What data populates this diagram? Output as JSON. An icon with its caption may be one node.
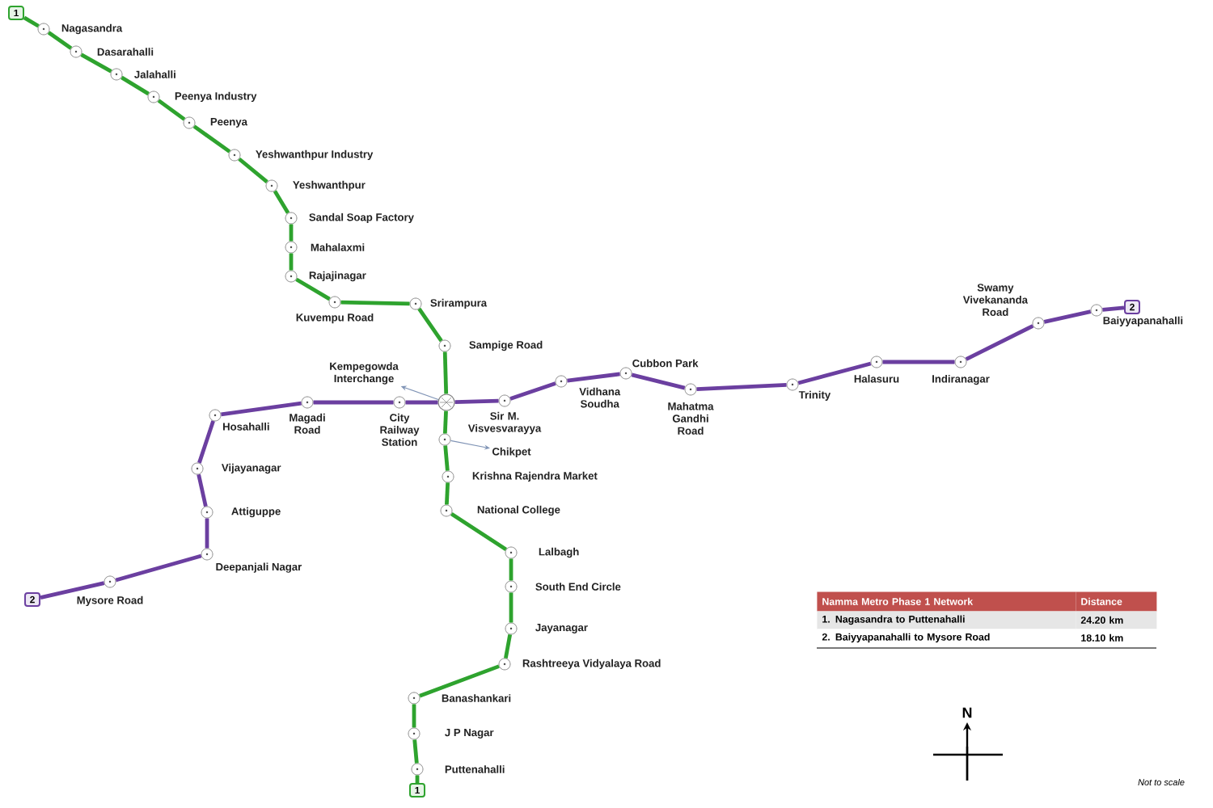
{
  "diagram": {
    "nodes": [
      {
        "text": [
          "1"
        ]
      },
      {
        "text": [
          "Nagasandra"
        ]
      },
      {
        "text": [
          "Dasarahalli"
        ]
      },
      {
        "text": [
          "Jalahalli"
        ]
      },
      {
        "text": [
          "Peenya Industry"
        ]
      },
      {
        "text": [
          "Peenya"
        ]
      },
      {
        "text": [
          "Yeshwanthpur Industry"
        ]
      },
      {
        "text": [
          "Yeshwanthpur"
        ]
      },
      {
        "text": [
          "Sandal Soap Factory"
        ]
      },
      {
        "text": [
          "Mahalaxmi"
        ]
      },
      {
        "text": [
          "Rajajinagar"
        ]
      },
      {
        "text": [
          "Kuvempu Road"
        ]
      },
      {
        "text": [
          "Srirampura"
        ]
      },
      {
        "text": [
          "Sampige Road"
        ]
      },
      {
        "text": [
          "Kempegowda Interchange"
        ]
      },
      {
        "text": [],
        "shape": "circle"
      },
      {
        "text": [],
        "shape": "circle"
      },
      {
        "text": [
          "Chikpet"
        ]
      },
      {
        "text": [
          "Krishna Rajendra Market"
        ]
      },
      {
        "text": [
          "National College"
        ]
      },
      {
        "text": [
          "Lalbagh"
        ]
      },
      {
        "text": [
          "South End Circle"
        ]
      },
      {
        "text": [
          "Jayanagar"
        ]
      },
      {
        "text": [
          "Rashtreeya Vidyalaya Road"
        ]
      },
      {
        "text": [
          "Banashankari"
        ]
      },
      {
        "text": [
          "J P Nagar"
        ]
      },
      {
        "text": [
          "Puttenahalli"
        ]
      },
      {
        "text": [
          "1"
        ]
      },
      {
        "text": [
          "2"
        ]
      },
      {
        "text": [
          "Baiyyapanahalli"
        ]
      },
      {
        "text": [
          "Swamy Vivekananda Road"
        ]
      },
      {
        "text": [
          "Indiranagar"
        ]
      },
      {
        "text": [
          "Halasuru"
        ]
      },
      {
        "text": [
          "Trinity"
        ]
      },
      {
        "text": [
          "Mahatma Gandhi Road"
        ]
      },
      {
        "text": [
          "Cubbon Park"
        ]
      },
      {
        "text": [
          "Vidhana Soudha"
        ]
      },
      {
        "text": [
          "Sir M. Visvesvarayya"
        ]
      },
      {
        "text": [
          "City Railway Station"
        ]
      },
      {
        "text": [
          "Magadi Road"
        ]
      },
      {
        "text": [
          "Hosahalli"
        ]
      },
      {
        "text": [
          "Vijayanagar"
        ]
      },
      {
        "text": [
          "Attiguppe"
        ]
      },
      {
        "text": [
          "Deepanjali Nagar"
        ]
      },
      {
        "text": [
          "Mysore Road"
        ]
      },
      {
        "text": [
          "2"
        ]
      }
    ],
    "edges": [
      {
        "from": 0,
        "to": 1,
        "arrow": "none"
      },
      {
        "from": 1,
        "to": 2,
        "arrow": "none"
      },
      {
        "from": 2,
        "to": 3,
        "arrow": "none"
      },
      {
        "from": 3,
        "to": 4,
        "arrow": "none"
      },
      {
        "from": 4,
        "to": 5,
        "arrow": "none"
      },
      {
        "from": 5,
        "to": 6,
        "arrow": "none"
      },
      {
        "from": 6,
        "to": 7,
        "arrow": "none"
      },
      {
        "from": 7,
        "to": 8,
        "arrow": "none"
      },
      {
        "from": 8,
        "to": 9,
        "arrow": "none"
      },
      {
        "from": 9,
        "to": 10,
        "arrow": "none"
      },
      {
        "from": 10,
        "to": 11,
        "arrow": "none"
      },
      {
        "from": 11,
        "to": 12,
        "arrow": "none"
      },
      {
        "from": 12,
        "to": 13,
        "arrow": "none"
      },
      {
        "from": 13,
        "to": 15,
        "arrow": "none"
      },
      {
        "from": 15,
        "to": 16,
        "arrow": "none"
      },
      {
        "from": 16,
        "to": 18,
        "arrow": "none"
      },
      {
        "from": 18,
        "to": 19,
        "arrow": "none"
      },
      {
        "from": 19,
        "to": 20,
        "arrow": "none"
      },
      {
        "from": 20,
        "to": 21,
        "arrow": "none"
      },
      {
        "from": 21,
        "to": 22,
        "arrow": "none"
      },
      {
        "from": 22,
        "to": 23,
        "arrow": "none"
      },
      {
        "from": 23,
        "to": 24,
        "arrow": "none"
      },
      {
        "from": 24,
        "to": 25,
        "arrow": "none"
      },
      {
        "from": 25,
        "to": 26,
        "arrow": "none"
      },
      {
        "from": 26,
        "to": 27,
        "arrow": "none"
      },
      {
        "from": 28,
        "to": 29,
        "arrow": "none",
        "color": "#6b3fa0"
      },
      {
        "from": 29,
        "to": 30,
        "arrow": "none",
        "color": "#6b3fa0"
      },
      {
        "from": 30,
        "to": 31,
        "arrow": "none",
        "color": "#6b3fa0"
      },
      {
        "from": 31,
        "to": 32,
        "arrow": "none",
        "color": "#6b3fa0"
      },
      {
        "from": 32,
        "to": 33,
        "arrow": "none",
        "color": "#6b3fa0"
      },
      {
        "from": 33,
        "to": 34,
        "arrow": "none",
        "color": "#6b3fa0"
      },
      {
        "from": 34,
        "to": 35,
        "arrow": "none",
        "color": "#6b3fa0"
      },
      {
        "from": 35,
        "to": 36,
        "arrow": "none",
        "color": "#6b3fa0"
      },
      {
        "from": 36,
        "to": 37,
        "arrow": "none",
        "color": "#6b3fa0"
      },
      {
        "from": 37,
        "to": 15,
        "arrow": "none",
        "color": "#6b3fa0"
      },
      {
        "from": 15,
        "to": 38,
        "arrow": "none",
        "color": "#6b3fa0"
      },
      {
        "from": 38,
        "to": 39,
        "arrow": "none",
        "color": "#6b3fa0"
      },
      {
        "from": 39,
        "to": 40,
        "arrow": "none",
        "color": "#6b3fa0"
      },
      {
        "from": 40,
        "to": 41,
        "arrow": "none",
        "color": "#6b3fa0"
      },
      {
        "from": 41,
        "to": 42,
        "arrow": "none",
        "color": "#6b3fa0"
      },
      {
        "from": 42,
        "to": 43,
        "arrow": "none",
        "color": "#6b3fa0"
      },
      {
        "from": 43,
        "to": 44,
        "arrow": "none",
        "color": "#6b3fa0"
      },
      {
        "from": 44,
        "to": 45,
        "arrow": "none",
        "color": "#6b3fa0"
      },
      {
        "from": 15,
        "to": 14,
        "arrow": "to",
        "color": "#7f93b5"
      },
      {
        "from": 16,
        "to": 17,
        "arrow": "to",
        "color": "#7f93b5"
      }
    ],
    "labels": [
      "Namma Metro Phase 1 Network",
      "Distance",
      "1. Nagasandra to Puttenahalli",
      "24.20 km",
      "2. Baiyyapanahalli to Mysore Road",
      "18.10 km",
      "N",
      "Not to scale"
    ]
  }
}
